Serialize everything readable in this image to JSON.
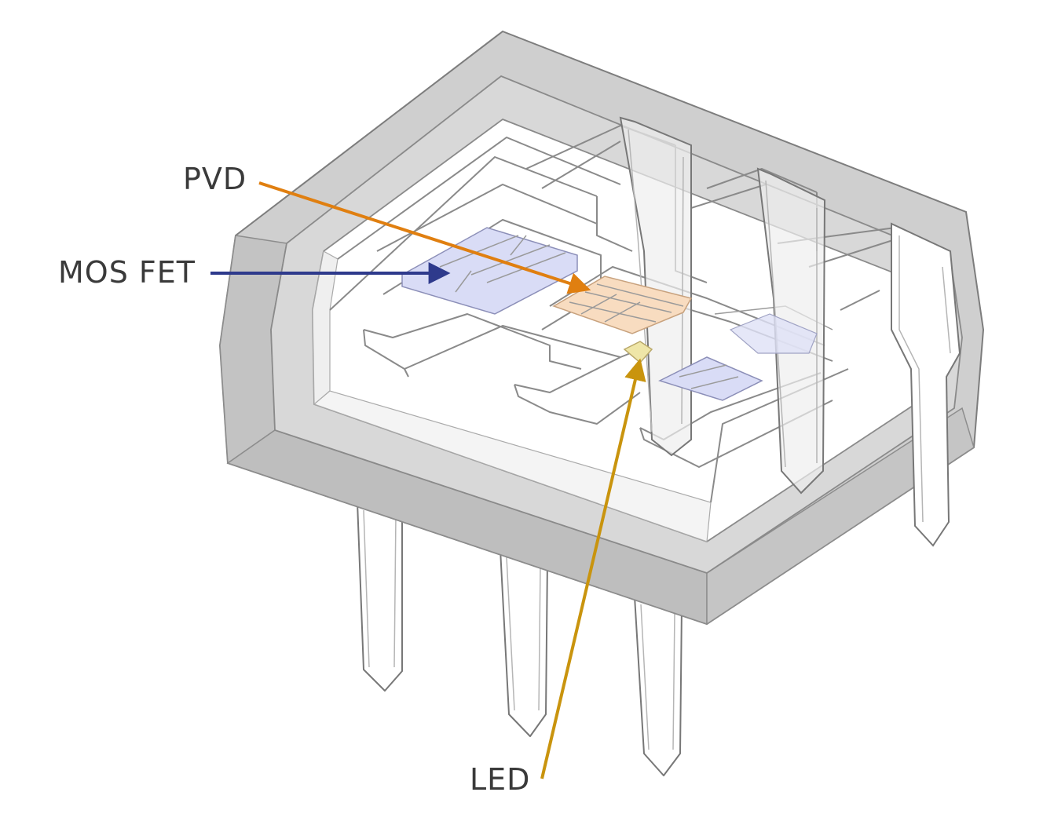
{
  "labels": {
    "pvd": "PVD",
    "mosfet": "MOS FET",
    "led": "LED"
  },
  "colors": {
    "pvd_arrow": "#e07f10",
    "mosfet_arrow": "#2e3a8c",
    "led_arrow": "#c9940e",
    "housing": "#cfcfcf",
    "housing_dark": "#b9b9b9",
    "mosfet_die": "#d9dcf6",
    "pvd_die": "#f8dcc0",
    "led_die": "#efe6a8"
  }
}
